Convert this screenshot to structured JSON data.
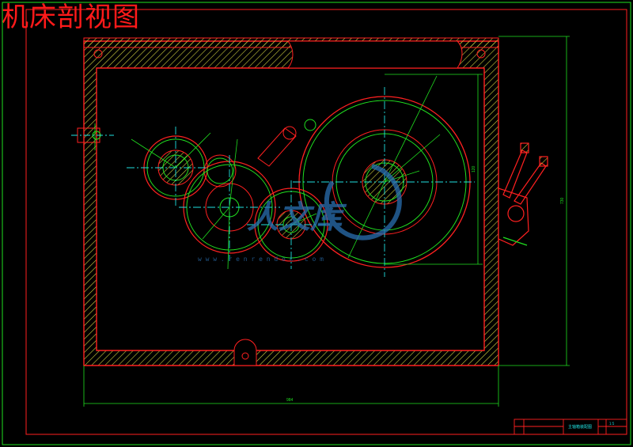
{
  "title": "机床剖视图",
  "colors": {
    "background": "#000000",
    "frame": "#ff2020",
    "gear": "#ff2020",
    "dimension": "#20e020",
    "centerline": "#20e0e0",
    "hatch": "#e0e040",
    "watermark": "#2a6fb0"
  },
  "watermark": {
    "text": "人文库",
    "url": "w w w . r e n r e n d o c . c o m"
  },
  "dimension_labels": {
    "width": "984",
    "height": "730",
    "small": "120"
  },
  "title_block": {
    "name": "主轴箱装配图",
    "scale": "1:5"
  }
}
